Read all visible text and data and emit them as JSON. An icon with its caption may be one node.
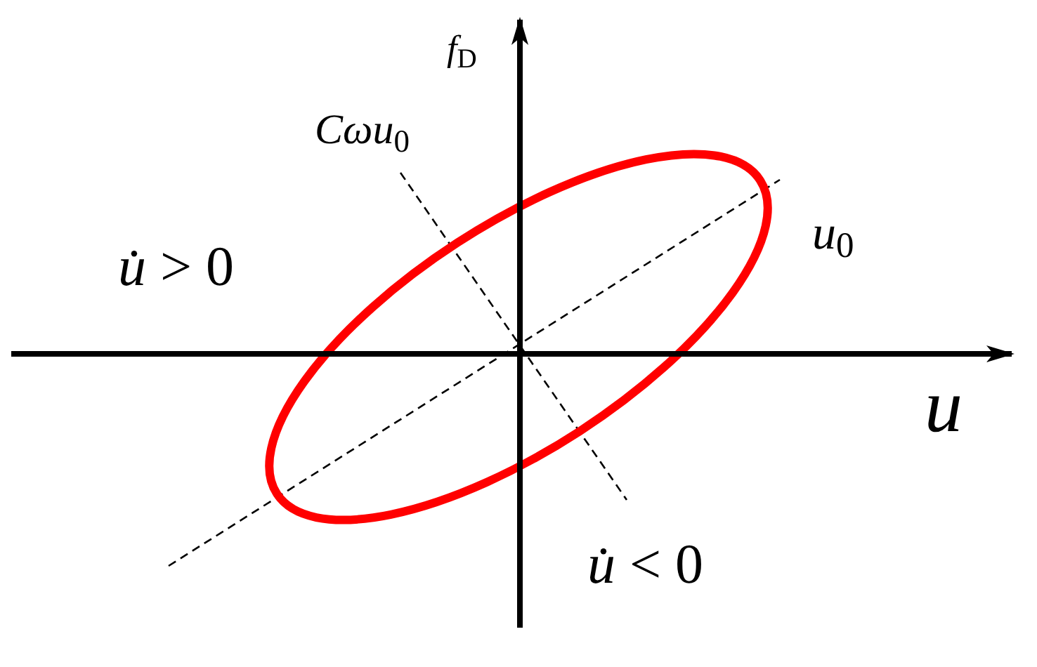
{
  "diagram": {
    "labels": [
      "*f*$_{D}$",
      "*Cωu*$_{0}$",
      "*u̇* > 0",
      "*u*$_{0}$",
      "*u*",
      "*u̇* < 0"
    ]
  }
}
